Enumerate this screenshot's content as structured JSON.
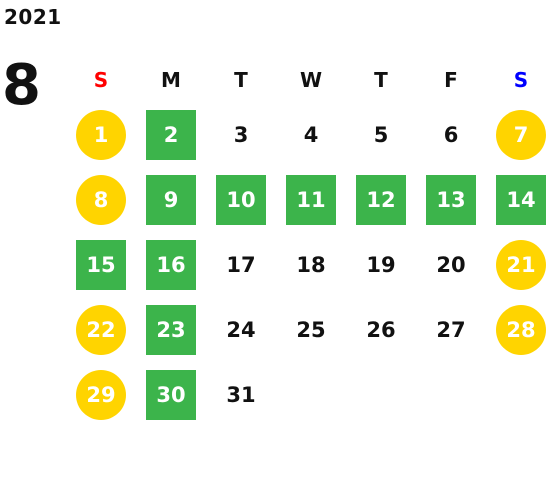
{
  "calendar": {
    "year": "2021",
    "month": "8",
    "weekdays": [
      "S",
      "M",
      "T",
      "W",
      "T",
      "F",
      "S"
    ],
    "colors": {
      "sunday_header": "#ff0000",
      "saturday_header": "#0000ff",
      "weekend_circle": "#ffd400",
      "green_square": "#3cb44b"
    },
    "days": [
      {
        "label": "1",
        "style": "weekend"
      },
      {
        "label": "2",
        "style": "holiday"
      },
      {
        "label": "3",
        "style": "plain"
      },
      {
        "label": "4",
        "style": "plain"
      },
      {
        "label": "5",
        "style": "plain"
      },
      {
        "label": "6",
        "style": "plain"
      },
      {
        "label": "7",
        "style": "weekend"
      },
      {
        "label": "8",
        "style": "weekend"
      },
      {
        "label": "9",
        "style": "holiday"
      },
      {
        "label": "10",
        "style": "holiday"
      },
      {
        "label": "11",
        "style": "holiday"
      },
      {
        "label": "12",
        "style": "holiday"
      },
      {
        "label": "13",
        "style": "holiday"
      },
      {
        "label": "14",
        "style": "holiday"
      },
      {
        "label": "15",
        "style": "holiday"
      },
      {
        "label": "16",
        "style": "holiday"
      },
      {
        "label": "17",
        "style": "plain"
      },
      {
        "label": "18",
        "style": "plain"
      },
      {
        "label": "19",
        "style": "plain"
      },
      {
        "label": "20",
        "style": "plain"
      },
      {
        "label": "21",
        "style": "weekend"
      },
      {
        "label": "22",
        "style": "weekend"
      },
      {
        "label": "23",
        "style": "holiday"
      },
      {
        "label": "24",
        "style": "plain"
      },
      {
        "label": "25",
        "style": "plain"
      },
      {
        "label": "26",
        "style": "plain"
      },
      {
        "label": "27",
        "style": "plain"
      },
      {
        "label": "28",
        "style": "weekend"
      },
      {
        "label": "29",
        "style": "weekend"
      },
      {
        "label": "30",
        "style": "holiday"
      },
      {
        "label": "31",
        "style": "plain"
      }
    ]
  }
}
